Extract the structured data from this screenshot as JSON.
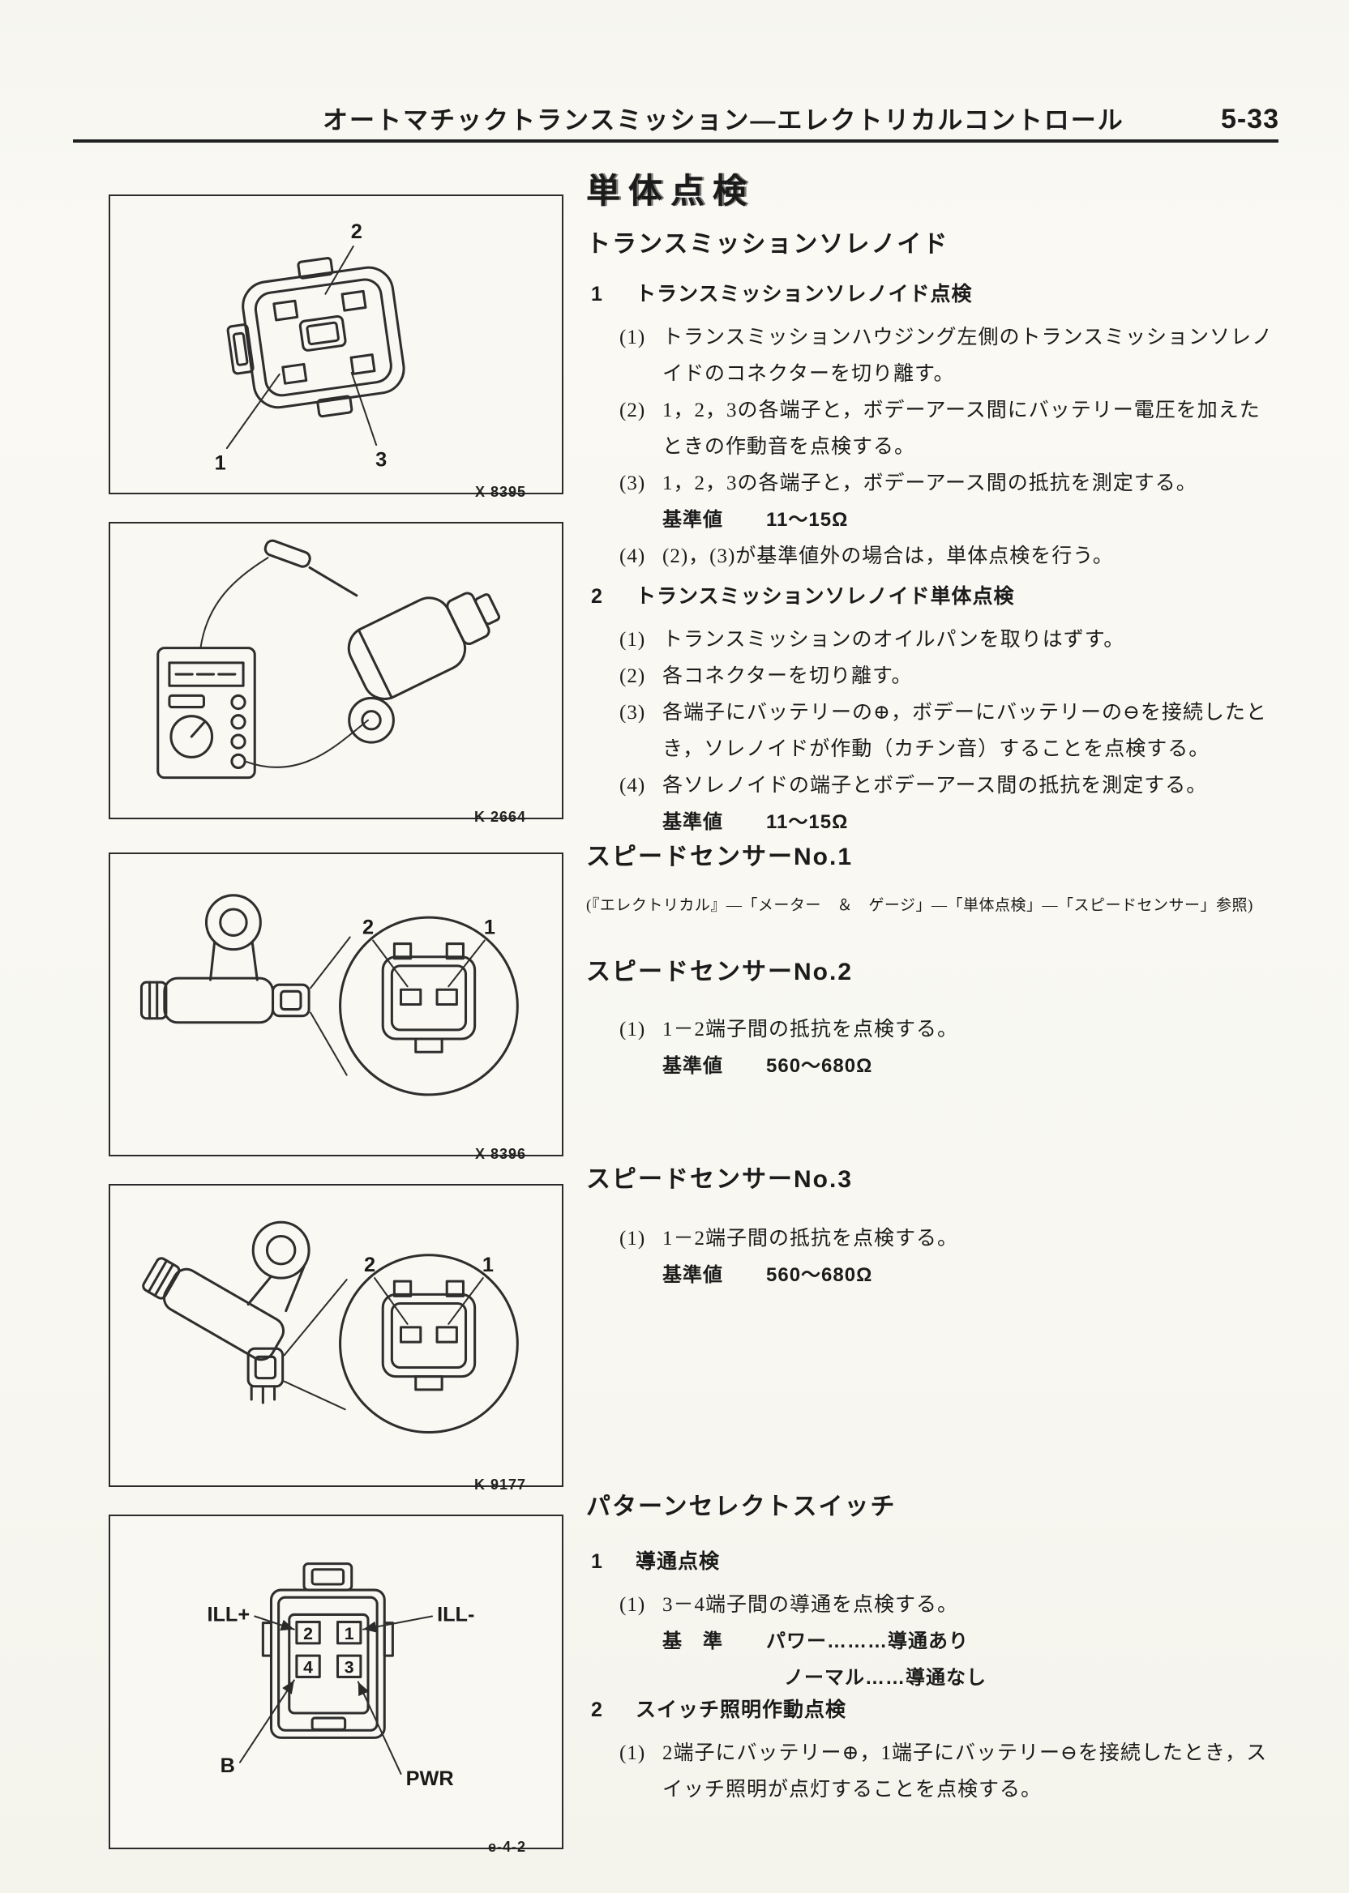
{
  "header": {
    "title": "オートマチックトランスミッション—エレクトリカルコントロール",
    "page_number": "5-33"
  },
  "content": {
    "main_title": "単体点検",
    "solenoid": {
      "heading": "トランスミッションソレノイド",
      "check1": {
        "number": "1",
        "title": "トランスミッションソレノイド点検",
        "items": [
          {
            "marker": "(1)",
            "text": "トランスミッションハウジング左側のトランスミッションソレノイドのコネクターを切り離す。"
          },
          {
            "marker": "(2)",
            "text": "1，2，3の各端子と，ボデーアース間にバッテリー電圧を加えたときの作動音を点検する。"
          },
          {
            "marker": "(3)",
            "text": "1，2，3の各端子と，ボデーアース間の抵抗を測定する。",
            "spec_label": "基準値",
            "spec_value": "11～15Ω"
          },
          {
            "marker": "(4)",
            "text": "(2)，(3)が基準値外の場合は，単体点検を行う。"
          }
        ]
      },
      "check2": {
        "number": "2",
        "title": "トランスミッションソレノイド単体点検",
        "items": [
          {
            "marker": "(1)",
            "text": "トランスミッションのオイルパンを取りはずす。"
          },
          {
            "marker": "(2)",
            "text": "各コネクターを切り離す。"
          },
          {
            "marker": "(3)",
            "text": "各端子にバッテリーの⊕，ボデーにバッテリーの⊖を接続したとき，ソレノイドが作動（カチン音）することを点検する。"
          },
          {
            "marker": "(4)",
            "text": "各ソレノイドの端子とボデーアース間の抵抗を測定する。",
            "spec_label": "基準値",
            "spec_value": "11～15Ω"
          }
        ]
      }
    },
    "speed_sensor_no1": {
      "heading": "スピードセンサーNo.1",
      "reference": "(『エレクトリカル』—「メーター　＆　ゲージ」—「単体点検」—「スピードセンサー」参照)"
    },
    "speed_sensor_no2": {
      "heading": "スピードセンサーNo.2",
      "item": {
        "marker": "(1)",
        "text": "1－2端子間の抵抗を点検する。"
      },
      "spec_label": "基準値",
      "spec_value": "560～680Ω"
    },
    "speed_sensor_no3": {
      "heading": "スピードセンサーNo.3",
      "item": {
        "marker": "(1)",
        "text": "1－2端子間の抵抗を点検する。"
      },
      "spec_label": "基準値",
      "spec_value": "560～680Ω"
    },
    "pattern_switch": {
      "heading": "パターンセレクトスイッチ",
      "check1": {
        "number": "1",
        "title": "導通点検",
        "item": {
          "marker": "(1)",
          "text": "3－4端子間の導通を点検する。"
        },
        "spec_label": "基　準",
        "spec_lines": [
          "パワー………導通あり",
          "ノーマル……導通なし"
        ]
      },
      "check2": {
        "number": "2",
        "title": "スイッチ照明作動点検",
        "item": {
          "marker": "(1)",
          "text": "2端子にバッテリー⊕，1端子にバッテリー⊖を接続したとき，スイッチ照明が点灯することを点検する。"
        }
      }
    }
  },
  "figures": {
    "solenoid_connector": {
      "id": "X 8395",
      "pin_top": "2",
      "pin_left": "1",
      "pin_right": "3"
    },
    "solenoid_test": {
      "id": "K 2664"
    },
    "speed_sensor_no2": {
      "id": "X 8396",
      "pin_left": "2",
      "pin_right": "1"
    },
    "speed_sensor_no3": {
      "id": "K 9177",
      "pin_left": "2",
      "pin_right": "1"
    },
    "pattern_switch": {
      "id": "e-4-2",
      "label_ill_plus": "ILL+",
      "label_ill_minus": "ILL-",
      "label_b": "B",
      "label_pwr": "PWR",
      "pin_1": "1",
      "pin_2": "2",
      "pin_3": "3",
      "pin_4": "4"
    }
  }
}
